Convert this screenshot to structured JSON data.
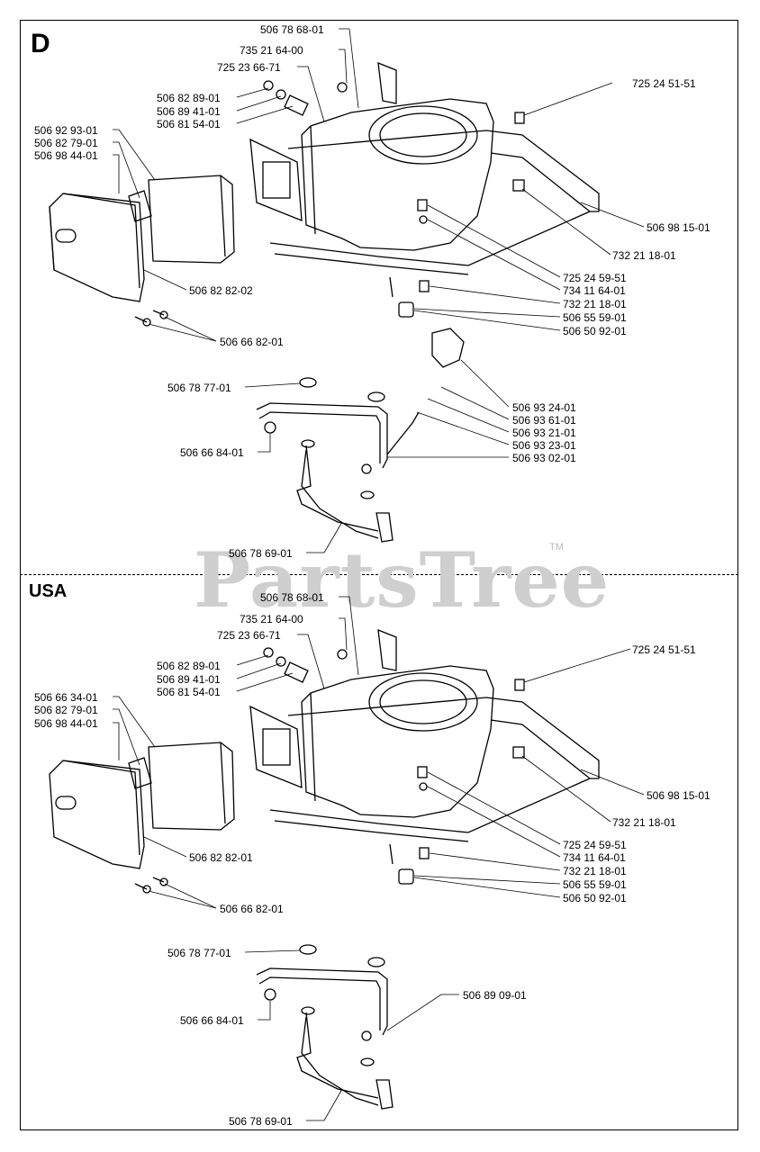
{
  "sections": [
    {
      "label": "D"
    },
    {
      "label": "USA"
    }
  ],
  "watermark": {
    "text": "PartsTree",
    "tm": "TM"
  },
  "labels_d": [
    "506 78 68-01",
    "735 21 64-00",
    "725 23 66-71",
    "506 82 89-01",
    "506 89 41-01",
    "506 81 54-01",
    "506 92 93-01",
    "506 82 79-01",
    "506 98 44-01",
    "506 82 82-02",
    "506 66 82-01",
    "725 24 51-51",
    "506 98 15-01",
    "732 21 18-01",
    "725 24 59-51",
    "734 11 64-01",
    "732 21 18-01",
    "506 55 59-01",
    "506 50 92-01",
    "506 78 77-01",
    "506 66 84-01",
    "506 93 24-01",
    "506 93 61-01",
    "506 93 21-01",
    "506 93 23-01",
    "506 93 02-01",
    "506 78 69-01"
  ],
  "labels_usa": [
    "506 78 68-01",
    "735 21 64-00",
    "725 23 66-71",
    "506 82 89-01",
    "506 89 41-01",
    "506 81 54-01",
    "506 66 34-01",
    "506 82 79-01",
    "506 98 44-01",
    "506 82 82-01",
    "506 66 82-01",
    "725 24 51-51",
    "506 98 15-01",
    "732 21 18-01",
    "725 24 59-51",
    "734 11 64-01",
    "732 21 18-01",
    "506 55 59-01",
    "506 50 92-01",
    "506 78 77-01",
    "506 89 09-01",
    "506 66 84-01",
    "506 78 69-01"
  ]
}
